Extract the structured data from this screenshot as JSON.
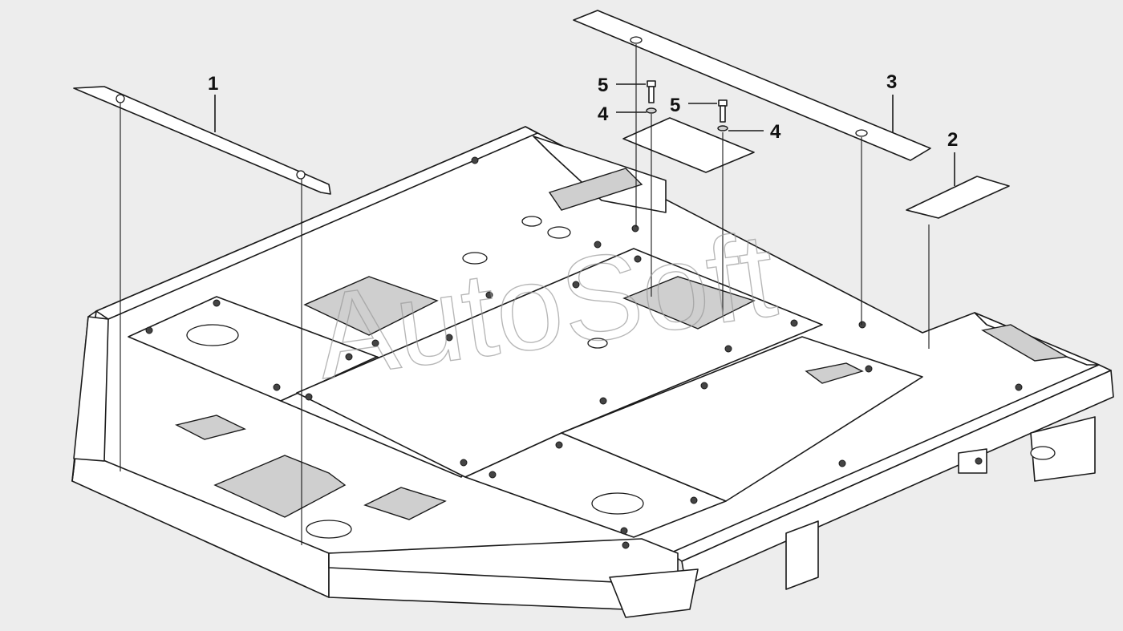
{
  "diagram": {
    "watermark": "AutoSoft",
    "callouts": [
      {
        "id": "c1",
        "label": "1"
      },
      {
        "id": "c2",
        "label": "2"
      },
      {
        "id": "c3",
        "label": "3"
      },
      {
        "id": "c4a",
        "label": "4"
      },
      {
        "id": "c4b",
        "label": "4"
      },
      {
        "id": "c5a",
        "label": "5"
      },
      {
        "id": "c5b",
        "label": "5"
      }
    ],
    "background_color": "#ededed"
  }
}
